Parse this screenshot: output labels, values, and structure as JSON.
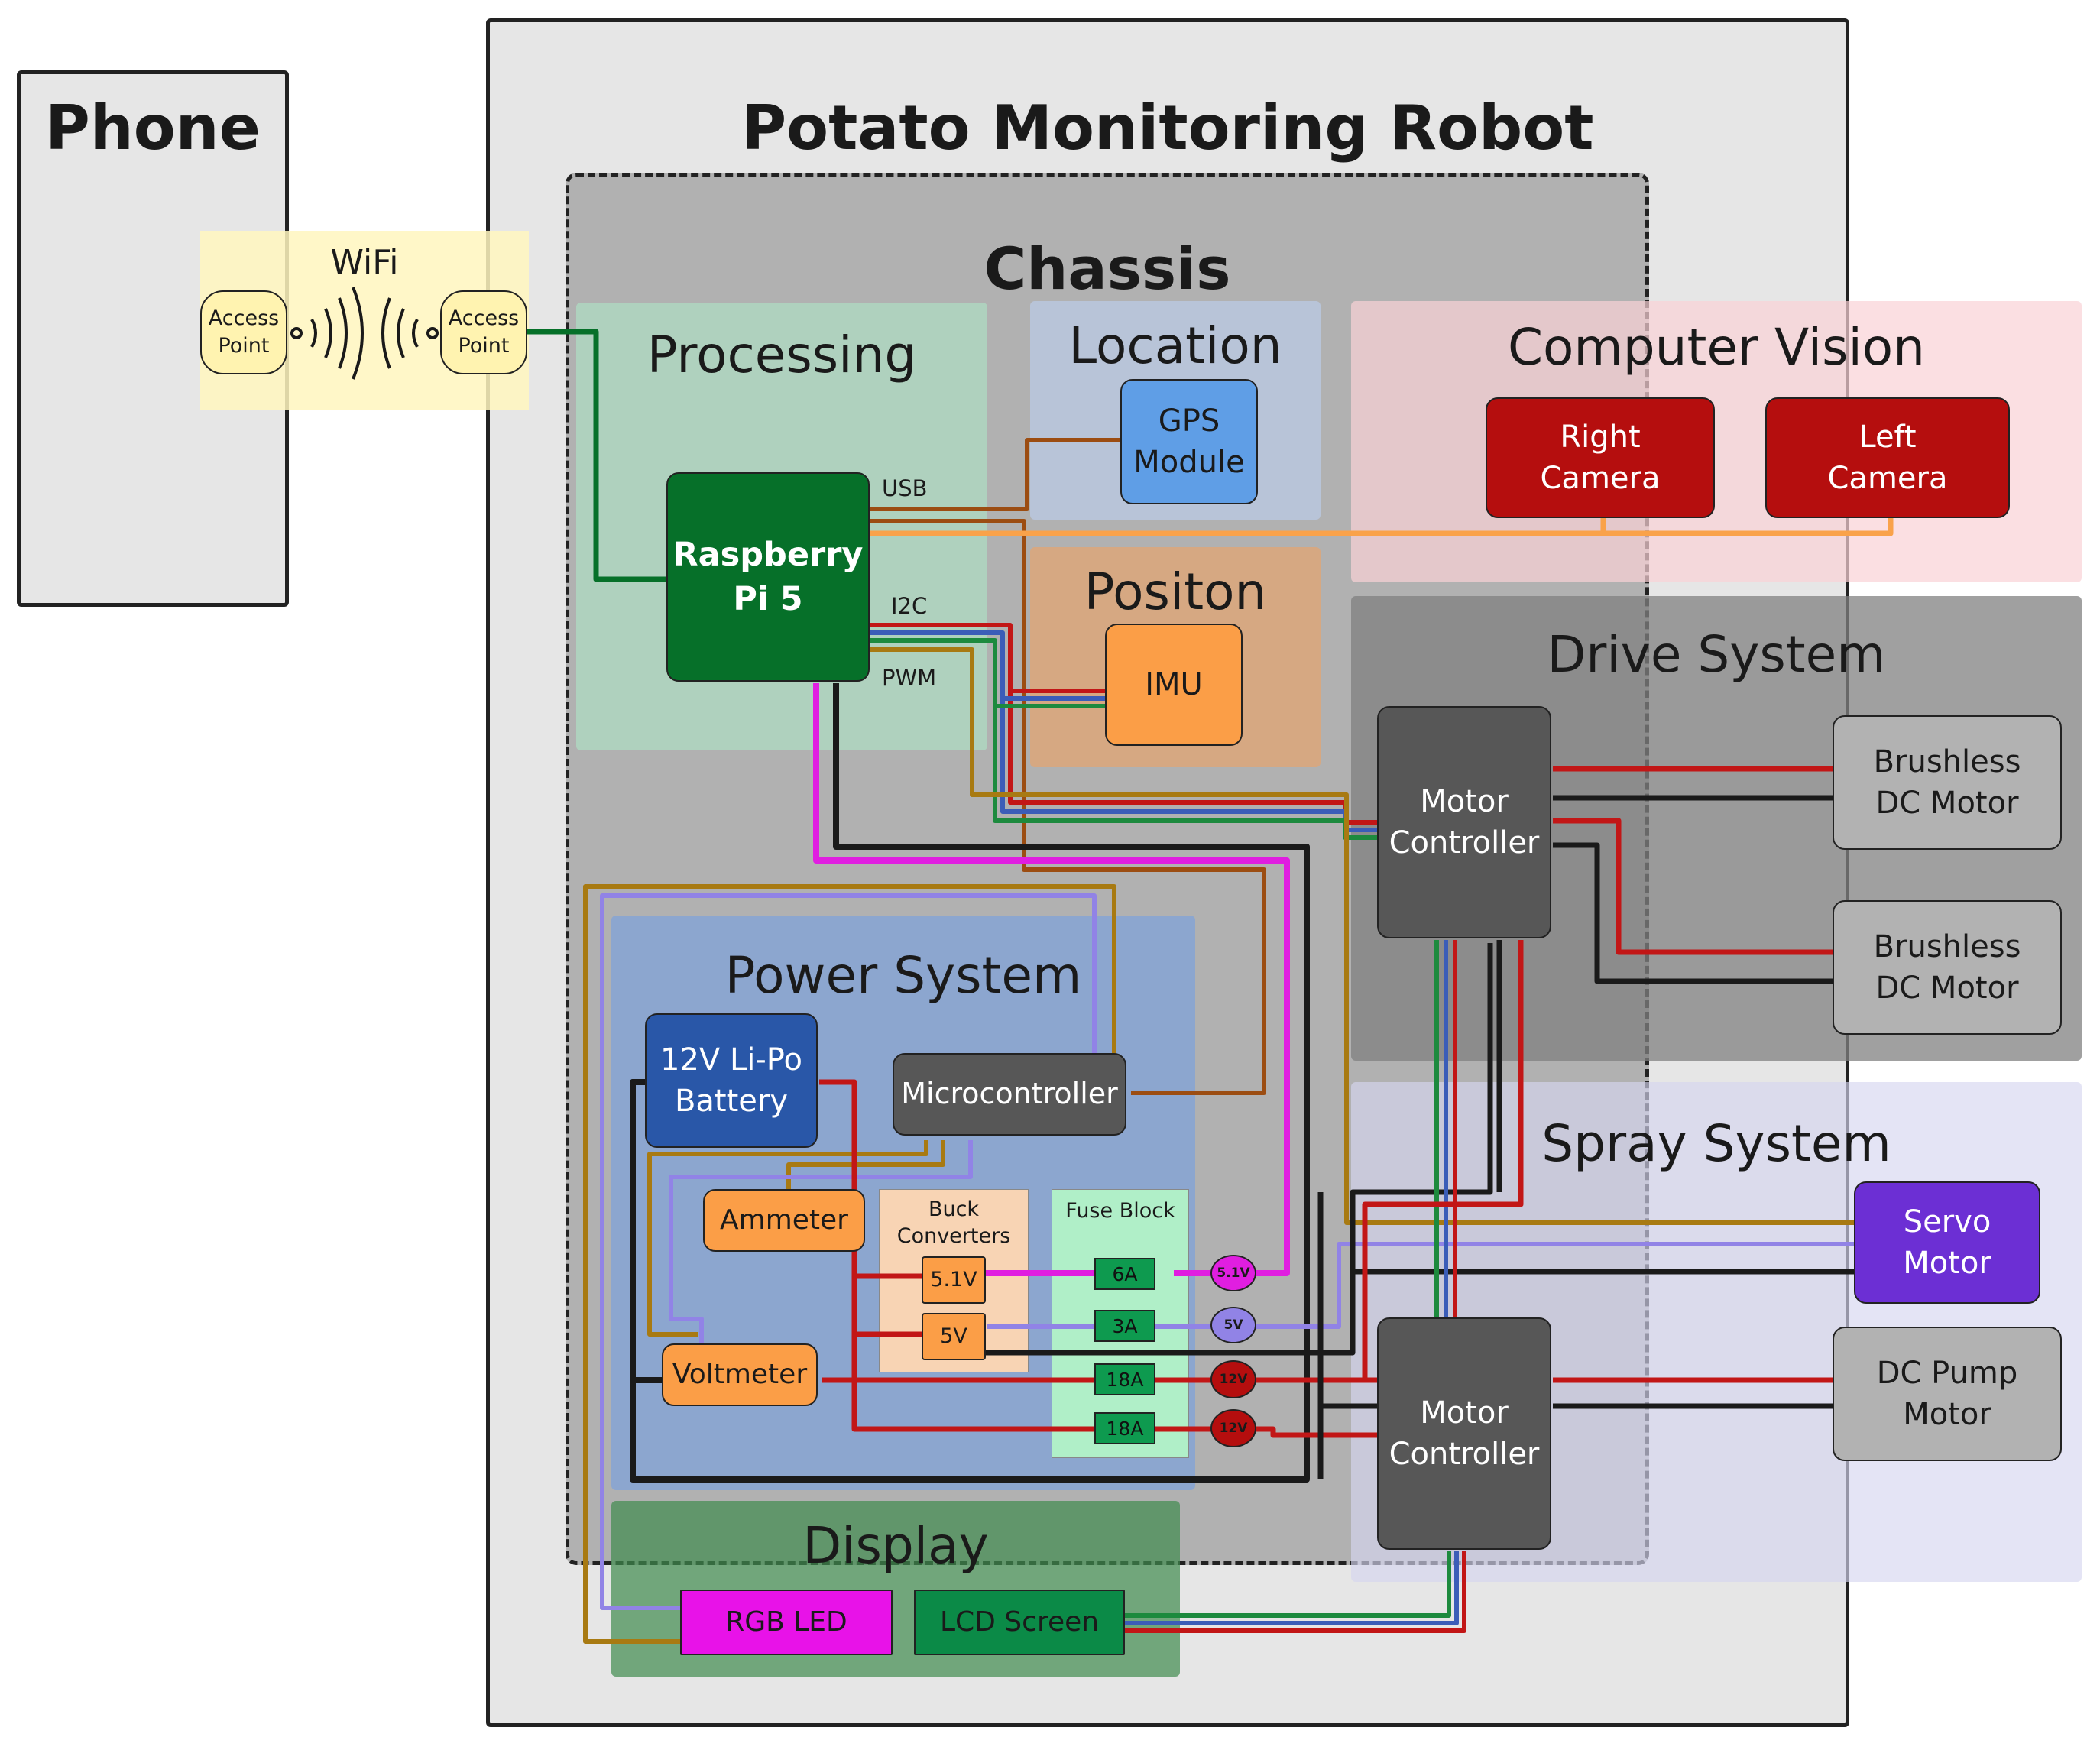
{
  "phone": {
    "title": "Phone"
  },
  "wifi": {
    "label": "WiFi",
    "left_ap": "Access\nPoint",
    "right_ap": "Access\nPoint"
  },
  "robot": {
    "title": "Potato Monitoring Robot"
  },
  "chassis": {
    "title": "Chassis"
  },
  "processing": {
    "title": "Processing",
    "pi": "Raspberry\nPi 5",
    "usb_label": "USB",
    "i2c_label": "I2C",
    "pwm_label": "PWM"
  },
  "location": {
    "title": "Location",
    "gps": "GPS\nModule"
  },
  "position": {
    "title": "Positon",
    "imu": "IMU"
  },
  "computer_vision": {
    "title": "Computer Vision",
    "right_camera": "Right\nCamera",
    "left_camera": "Left\nCamera"
  },
  "drive_system": {
    "title": "Drive System",
    "motor_controller": "Motor\nController",
    "motor_1": "Brushless\nDC Motor",
    "motor_2": "Brushless\nDC Motor"
  },
  "spray_system": {
    "title": "Spray System",
    "servo": "Servo\nMotor",
    "pump": "DC Pump\nMotor",
    "motor_controller": "Motor\nController"
  },
  "power_system": {
    "title": "Power System",
    "battery": "12V Li-Po\nBattery",
    "microcontroller": "Microcontroller",
    "ammeter": "Ammeter",
    "voltmeter": "Voltmeter",
    "buck_title": "Buck\nConverters",
    "buck_5v1": "5.1V",
    "buck_5v": "5V",
    "fuse_title": "Fuse Block",
    "fuses": [
      "6A",
      "3A",
      "18A",
      "18A"
    ],
    "rails": [
      "5.1V",
      "5V",
      "12V",
      "12V"
    ]
  },
  "display": {
    "title": "Display",
    "rgb_led": "RGB LED",
    "lcd": "LCD Screen"
  },
  "colors": {
    "pi_green": "#067029",
    "gps_blue": "#5f9ee6",
    "imu_orange": "#fb9e47",
    "camera_red": "#b50e0e",
    "servo_purple": "#6c2fd4",
    "battery_blue": "#2957a8",
    "controller_gray": "#575757",
    "rgb_magenta": "#e812e8",
    "lcd_green": "#0b8a47"
  }
}
